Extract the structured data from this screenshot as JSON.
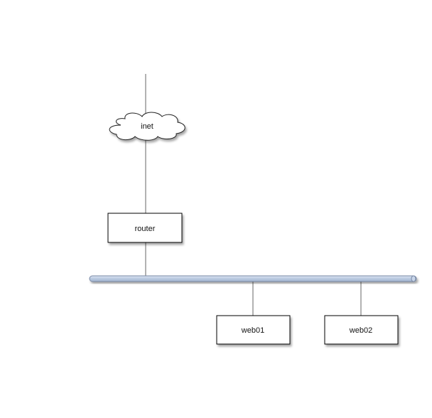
{
  "diagram": {
    "nodes": {
      "inet": {
        "label": "inet",
        "shape": "cloud"
      },
      "router": {
        "label": "router",
        "shape": "box"
      },
      "web01": {
        "label": "web01",
        "shape": "box"
      },
      "web02": {
        "label": "web02",
        "shape": "box"
      }
    },
    "network": {
      "label": "",
      "shape": "bus"
    },
    "connections": [
      {
        "from": "inet",
        "to": "router"
      },
      {
        "from": "router",
        "to": "network"
      },
      {
        "from": "network",
        "to": "web01"
      },
      {
        "from": "network",
        "to": "web02"
      }
    ],
    "colors": {
      "line": "#666666",
      "node_fill": "#ffffff",
      "node_border": "#000000",
      "bus_fill": "#b9c9e0",
      "bus_border": "#7a8aa6",
      "shadow": "#b0b0b0"
    }
  }
}
